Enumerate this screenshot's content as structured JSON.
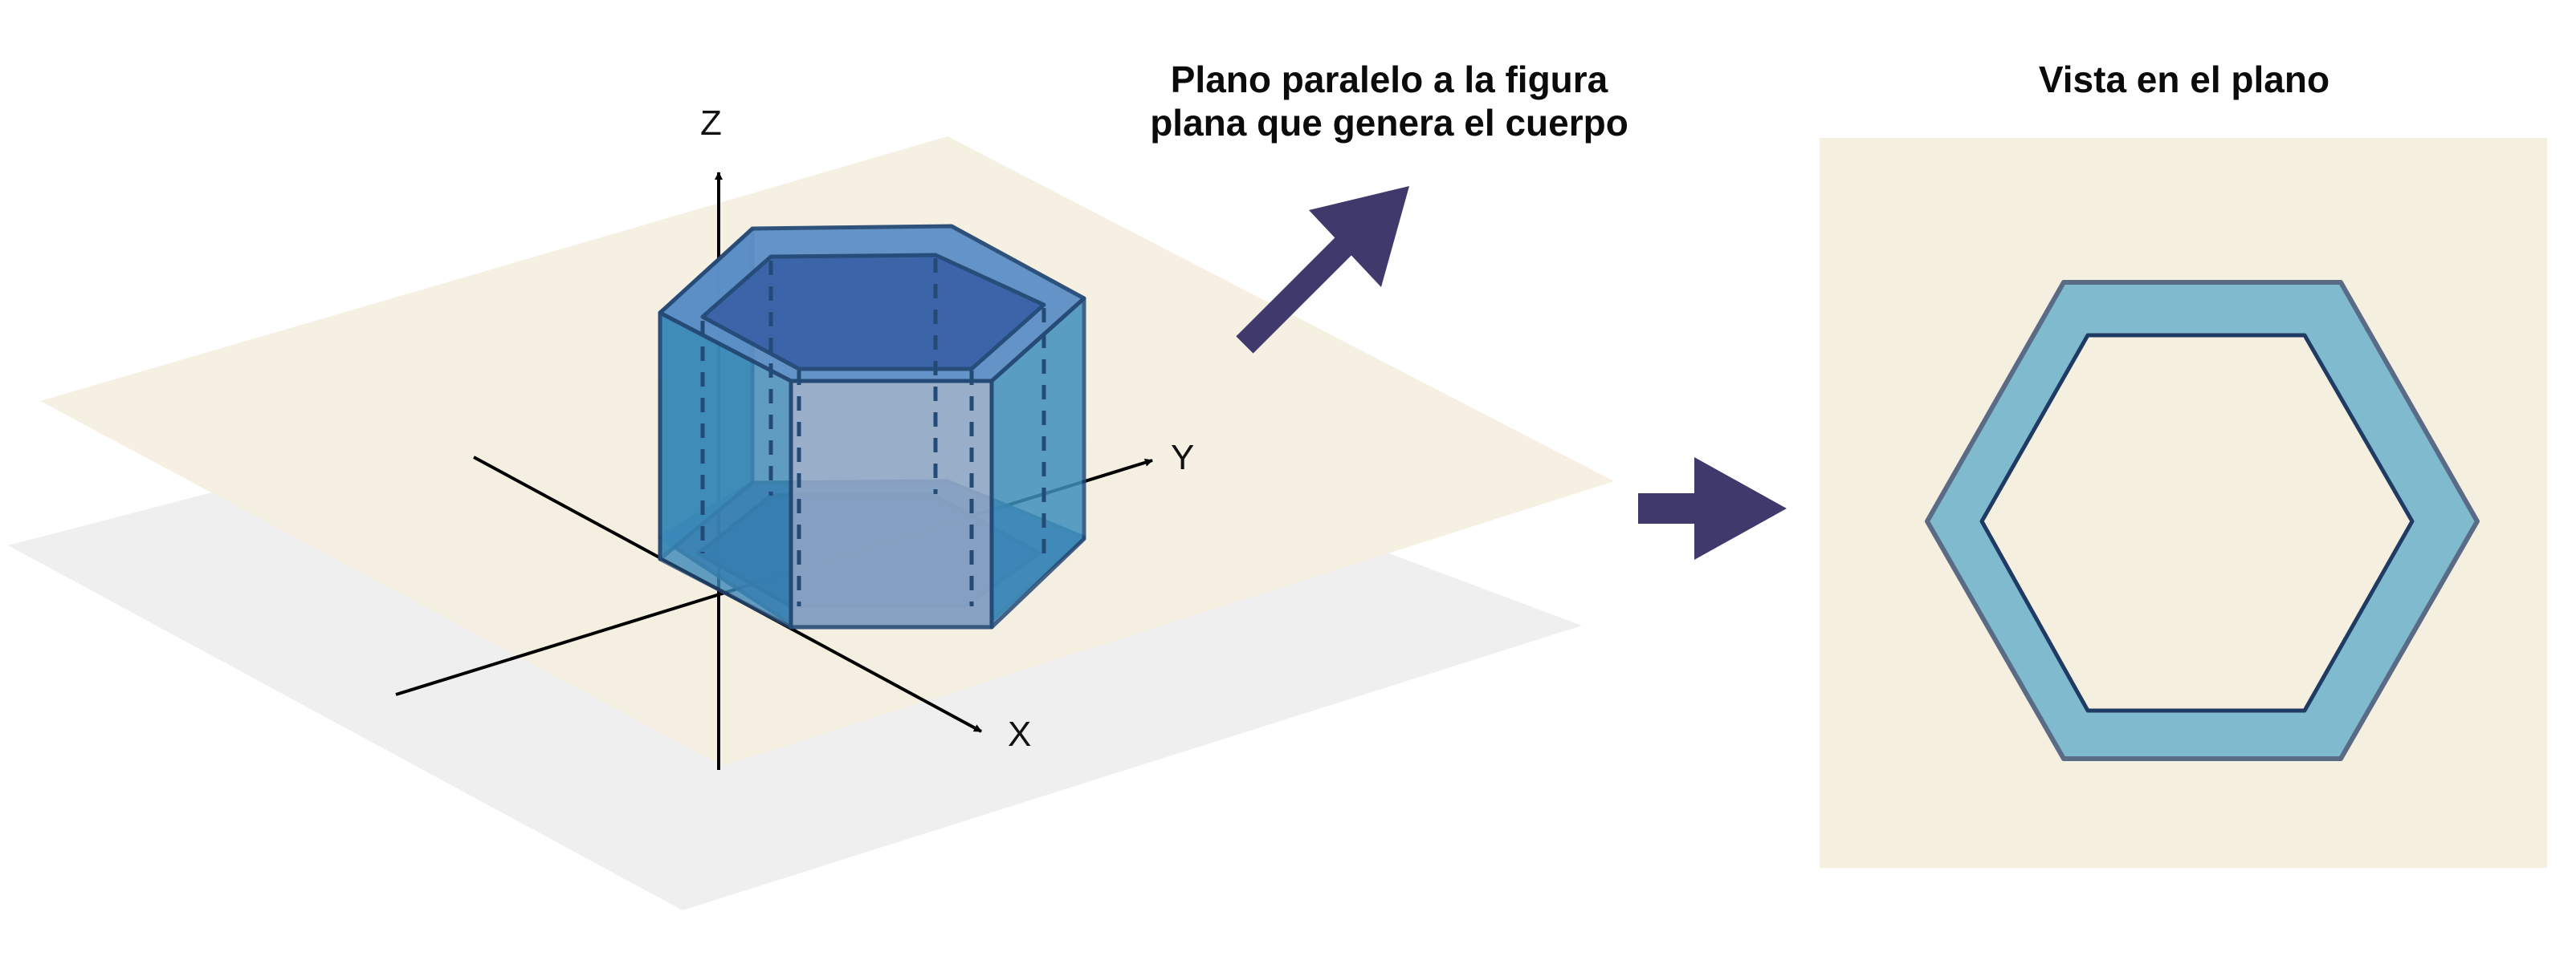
{
  "titles": {
    "left_line1": "Plano paralelo a la figura",
    "left_line2": "plana que genera el cuerpo",
    "right": "Vista en el plano"
  },
  "axes": {
    "x": "X",
    "y": "Y",
    "z": "Z"
  },
  "colors": {
    "plane_lower": "#efefef",
    "plane_upper": "#f5efe0",
    "prism_side": "#3e8fbd",
    "prism_dark": "#2e5a93",
    "prism_top": "#5d8fc7",
    "prism_inner": "#8fa7c7",
    "arrow": "#3f3a6b",
    "view_bg": "#f5efe0",
    "hex_ring": "#7fbacf",
    "hex_outline": "#5a6b85",
    "hex_inner_outline": "#1f3b63"
  }
}
